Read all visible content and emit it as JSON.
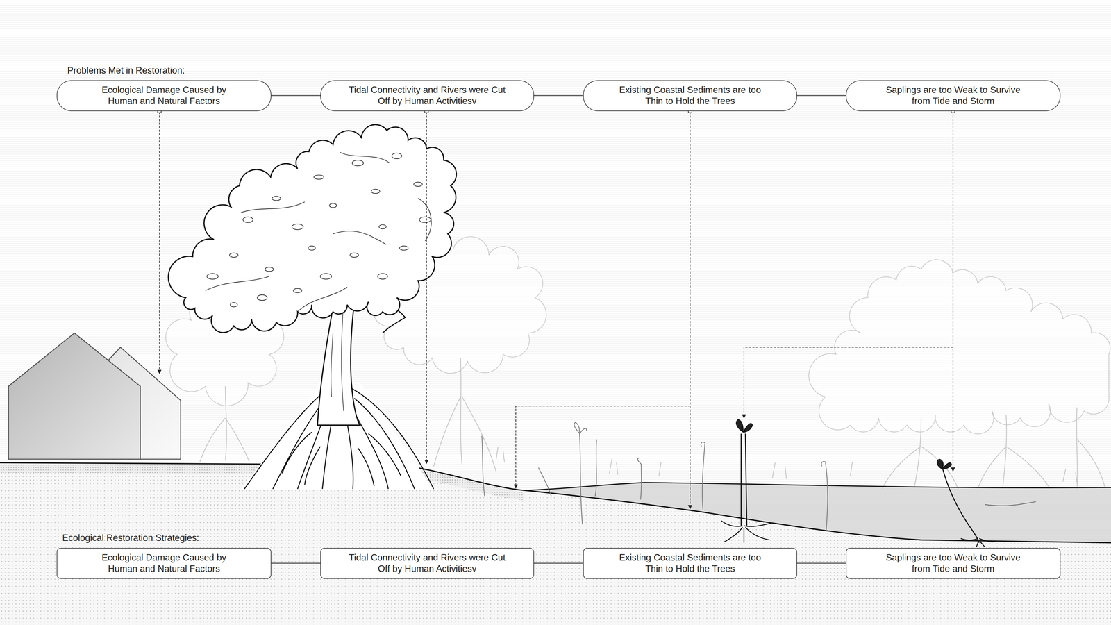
{
  "diagram": {
    "nodes": [
      {
        "text": [
          "Ecological Damage Caused by Human and Natural Factors"
        ]
      },
      {
        "text": [
          "Tidal Connectivity and Rivers were Cut Off by Human Activitiesv"
        ]
      },
      {
        "text": [
          "Existing Coastal Sediments are too Thin to Hold the Trees"
        ]
      },
      {
        "text": [
          "Saplings are too Weak to Survive from Tide and Storm"
        ]
      },
      {
        "text": [
          "Ecological Damage Caused by Human and Natural Factors"
        ]
      },
      {
        "text": [
          "Tidal Connectivity and Rivers were Cut Off by Human Activitiesv"
        ]
      },
      {
        "text": [
          "Existing Coastal Sediments are too Thin to Hold the Trees"
        ]
      },
      {
        "text": [
          "Saplings are too Weak to Survive from Tide and Storm"
        ]
      }
    ],
    "edges": [
      {
        "from": 0,
        "to": 1,
        "arrow": "none"
      },
      {
        "from": 1,
        "to": 2,
        "arrow": "none"
      },
      {
        "from": 2,
        "to": 3,
        "arrow": "none"
      },
      {
        "from": 4,
        "to": 5,
        "arrow": "none"
      },
      {
        "from": 5,
        "to": 6,
        "arrow": "none"
      },
      {
        "from": 6,
        "to": 7,
        "arrow": "none"
      }
    ],
    "labels": [
      "Problems Met in Restoration:",
      "Ecological Restoration Strategies:"
    ]
  }
}
